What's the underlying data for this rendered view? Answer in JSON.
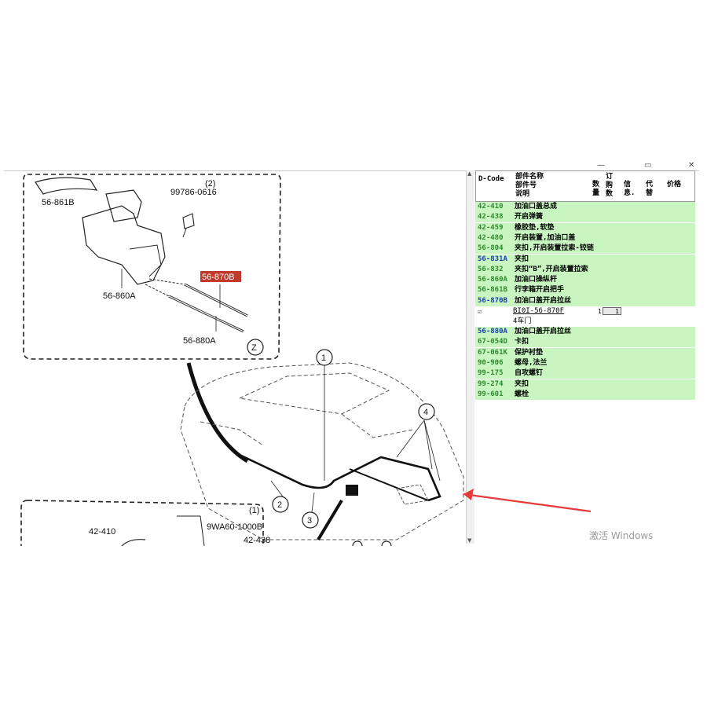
{
  "window": {
    "minimize": "—",
    "restore": "□",
    "close": "✕",
    "top_restore": "▭",
    "top_minimize": "—"
  },
  "diagram": {
    "labels": {
      "p1": "56-861B",
      "p2": "(2)",
      "p3": "99786-0616",
      "p4": "56-870B",
      "p5": "56-860A",
      "p6": "56-880A",
      "p7": "Z",
      "p8": "42-410",
      "p9": "9WA60-1000B",
      "p10": "42-438",
      "p11": "(1)",
      "c1": "1",
      "c2": "2",
      "c3": "3",
      "c4": "4"
    }
  },
  "parts": {
    "headers": {
      "dcode": "D-Code",
      "name1": "部件名称",
      "name2": "部件号",
      "name3": "说明",
      "qty1": "数",
      "qty2": "量",
      "order1": "订",
      "order2": "购",
      "order3": "数",
      "info1": "信",
      "info2": "息.",
      "sub1": "代",
      "sub2": "替",
      "price": "价格"
    },
    "rows": [
      {
        "code": "42-410",
        "name": "加油口盖总成",
        "color": "g"
      },
      {
        "code": "42-438",
        "name": "开启弹簧",
        "color": "g"
      },
      {
        "code": "42-459",
        "name": "橡胶垫,软垫",
        "color": "g"
      },
      {
        "code": "42-480",
        "name": "开启装置,加油口盖",
        "color": "g"
      },
      {
        "code": "56-804",
        "name": "夹扣,开启装置拉索-铰链",
        "color": "g"
      },
      {
        "code": "56-831A",
        "name": "夹扣",
        "color": "b"
      },
      {
        "code": "56-832",
        "name": "夹扣“B”,开启装置拉索",
        "color": "g"
      },
      {
        "code": "56-860A",
        "name": "加油口操纵杆",
        "color": "g"
      },
      {
        "code": "56-861B",
        "name": "行李箱开启把手",
        "color": "g"
      },
      {
        "code": "56-870B",
        "name": "加油口盖开启拉丝",
        "color": "b"
      }
    ],
    "selected": {
      "check": "☑",
      "part": "BI0I-56-870F",
      "qty": "1",
      "order": "1",
      "note": "4车门"
    },
    "rows2": [
      {
        "code": "56-880A",
        "name": "加油口盖开启拉丝",
        "color": "b"
      },
      {
        "code": "67-054D",
        "name": "卡扣",
        "color": "g"
      },
      {
        "code": "67-061K",
        "name": "保护衬垫",
        "color": "g"
      },
      {
        "code": "90-906",
        "name": "螺母,法兰",
        "color": "g"
      },
      {
        "code": "99-175",
        "name": "自攻螺钉",
        "color": "g"
      },
      {
        "code": "99-274",
        "name": "夹扣",
        "color": "g"
      },
      {
        "code": "99-601",
        "name": "螺栓",
        "color": "g"
      }
    ]
  },
  "watermark": "激活 Windows",
  "colors": {
    "row_green": "#c8f5c0",
    "code_green": "#2e8b2e",
    "code_blue": "#1a3fb0",
    "highlight": "#c0392b",
    "arrow": "#e63a3a"
  }
}
